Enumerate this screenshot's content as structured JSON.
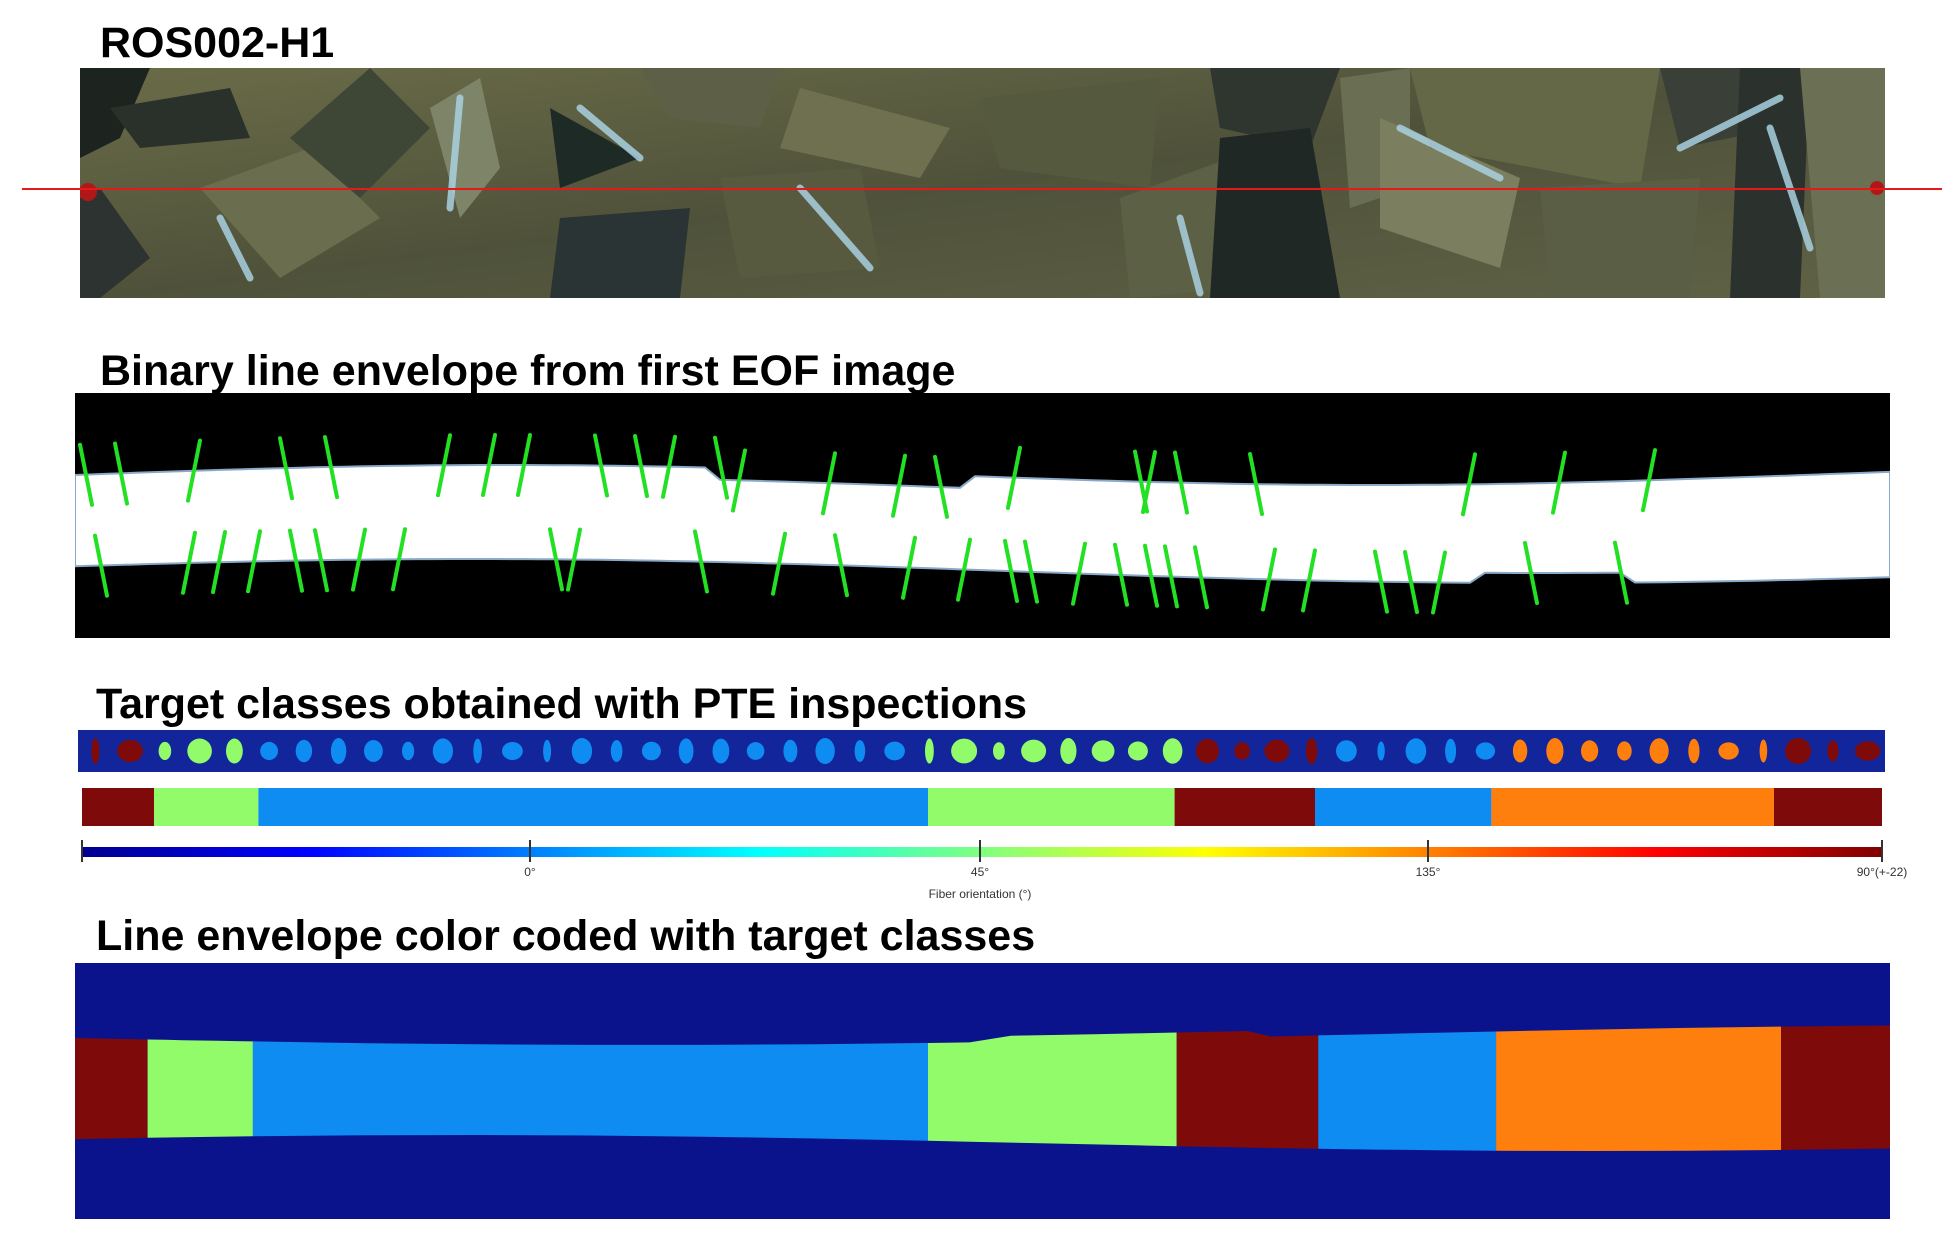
{
  "titles": {
    "specimen": "ROS002-H1",
    "binary": "Binary line envelope from first EOF image",
    "pte": "Target classes obtained with PTE inspections",
    "coded": "Line envelope color coded with target classes"
  },
  "colorbar": {
    "ticks": [
      "0°",
      "45°",
      "135°",
      "90°(+-22)"
    ],
    "label": "Fiber orientation (°)"
  },
  "class_colors": {
    "dark_red": "#7f0a0a",
    "light_green": "#92fb6a",
    "blue": "#0f8cf2",
    "orange": "#ff7f0e",
    "background_navy": "#0b138c"
  },
  "class_sequence": [
    "dark_red",
    "light_green",
    "blue",
    "light_green",
    "dark_red",
    "blue",
    "orange",
    "dark_red"
  ],
  "class_boundaries": [
    0,
    0.04,
    0.098,
    0.47,
    0.607,
    0.685,
    0.783,
    0.94,
    1.0
  ]
}
